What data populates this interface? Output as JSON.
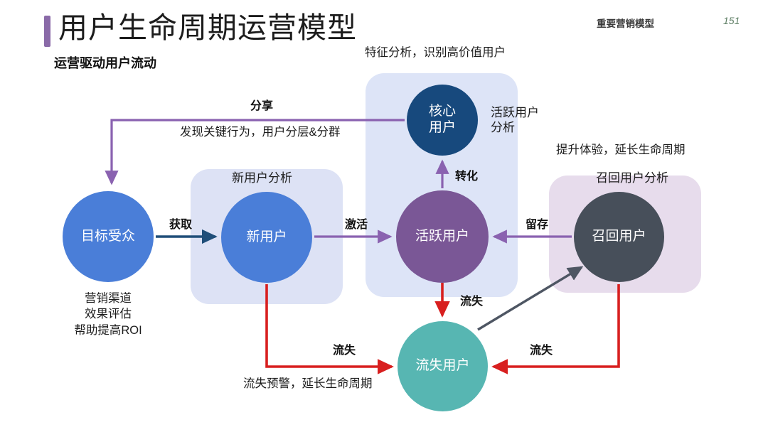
{
  "header": {
    "title": "用户生命周期运营模型",
    "subtitle": "运营驱动用户流动",
    "tag": "重要营销模型",
    "page_number": "151",
    "accent_color": "#8a6aa8"
  },
  "panels": [
    {
      "key": "new",
      "label": "新用户分析",
      "color": "#dde2f5"
    },
    {
      "key": "active",
      "label": "活跃用户分析",
      "color": "#dde4f7"
    },
    {
      "key": "recall",
      "label": "召回用户分析",
      "color": "#e7dcec"
    }
  ],
  "nodes": [
    {
      "key": "target",
      "label": "目标受众",
      "color": "#4a7ed8"
    },
    {
      "key": "new",
      "label": "新用户",
      "color": "#4a7ed8"
    },
    {
      "key": "core",
      "label": "核心\n用户",
      "color": "#17497d"
    },
    {
      "key": "active",
      "label": "活跃用户",
      "color": "#7a5796"
    },
    {
      "key": "recall",
      "label": "召回用户",
      "color": "#474f5a"
    },
    {
      "key": "churn",
      "label": "流失用户",
      "color": "#57b6b2"
    }
  ],
  "node_labels": {
    "target": "目标受众",
    "new": "新用户",
    "core_line1": "核心",
    "core_line2": "用户",
    "active": "活跃用户",
    "recall": "召回用户",
    "churn": "流失用户"
  },
  "edges": [
    {
      "key": "acquire",
      "label": "获取",
      "from": "target",
      "to": "new",
      "color": "#1f4e79"
    },
    {
      "key": "activate",
      "label": "激活",
      "from": "new",
      "to": "active",
      "color": "#8a62b0"
    },
    {
      "key": "retain",
      "label": "留存",
      "from": "recall",
      "to": "active",
      "color": "#8a62b0"
    },
    {
      "key": "convert",
      "label": "转化",
      "from": "active",
      "to": "core",
      "color": "#8a62b0"
    },
    {
      "key": "share",
      "label": "分享",
      "from": "core",
      "to": "target",
      "color": "#8a62b0"
    },
    {
      "key": "churn-mid",
      "label": "流失",
      "from": "active",
      "to": "churn",
      "color": "#d81f1f"
    },
    {
      "key": "churn-left",
      "label": "流失",
      "from": "new",
      "to": "churn",
      "color": "#d81f1f"
    },
    {
      "key": "churn-right",
      "label": "流失",
      "from": "recall",
      "to": "churn",
      "color": "#d81f1f"
    },
    {
      "key": "reactivate",
      "label": "",
      "from": "churn",
      "to": "recall",
      "color": "#4e5663"
    }
  ],
  "notes": {
    "target": "营销渠道\n效果评估\n帮助提高ROI",
    "target_line1": "营销渠道",
    "target_line2": "效果评估",
    "target_line3": "帮助提高ROI",
    "feature": "特征分析，识别高价值用户",
    "discover": "发现关键行为，用户分层&分群",
    "improve": "提升体验，延长生命周期",
    "churn_warning": "流失预警，延长生命周期"
  }
}
